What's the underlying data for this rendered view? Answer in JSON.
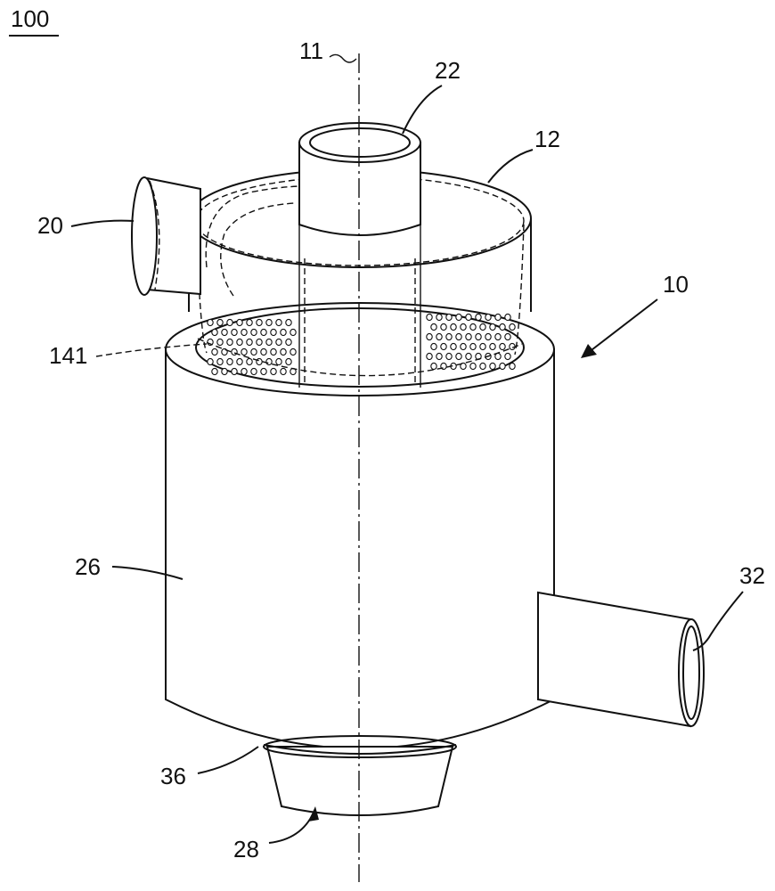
{
  "figure": {
    "labels": {
      "ref_100": "100",
      "ref_11": "11",
      "ref_22": "22",
      "ref_12": "12",
      "ref_20": "20",
      "ref_10": "10",
      "ref_141": "141",
      "ref_26": "26",
      "ref_32": "32",
      "ref_36": "36",
      "ref_28": "28"
    }
  }
}
